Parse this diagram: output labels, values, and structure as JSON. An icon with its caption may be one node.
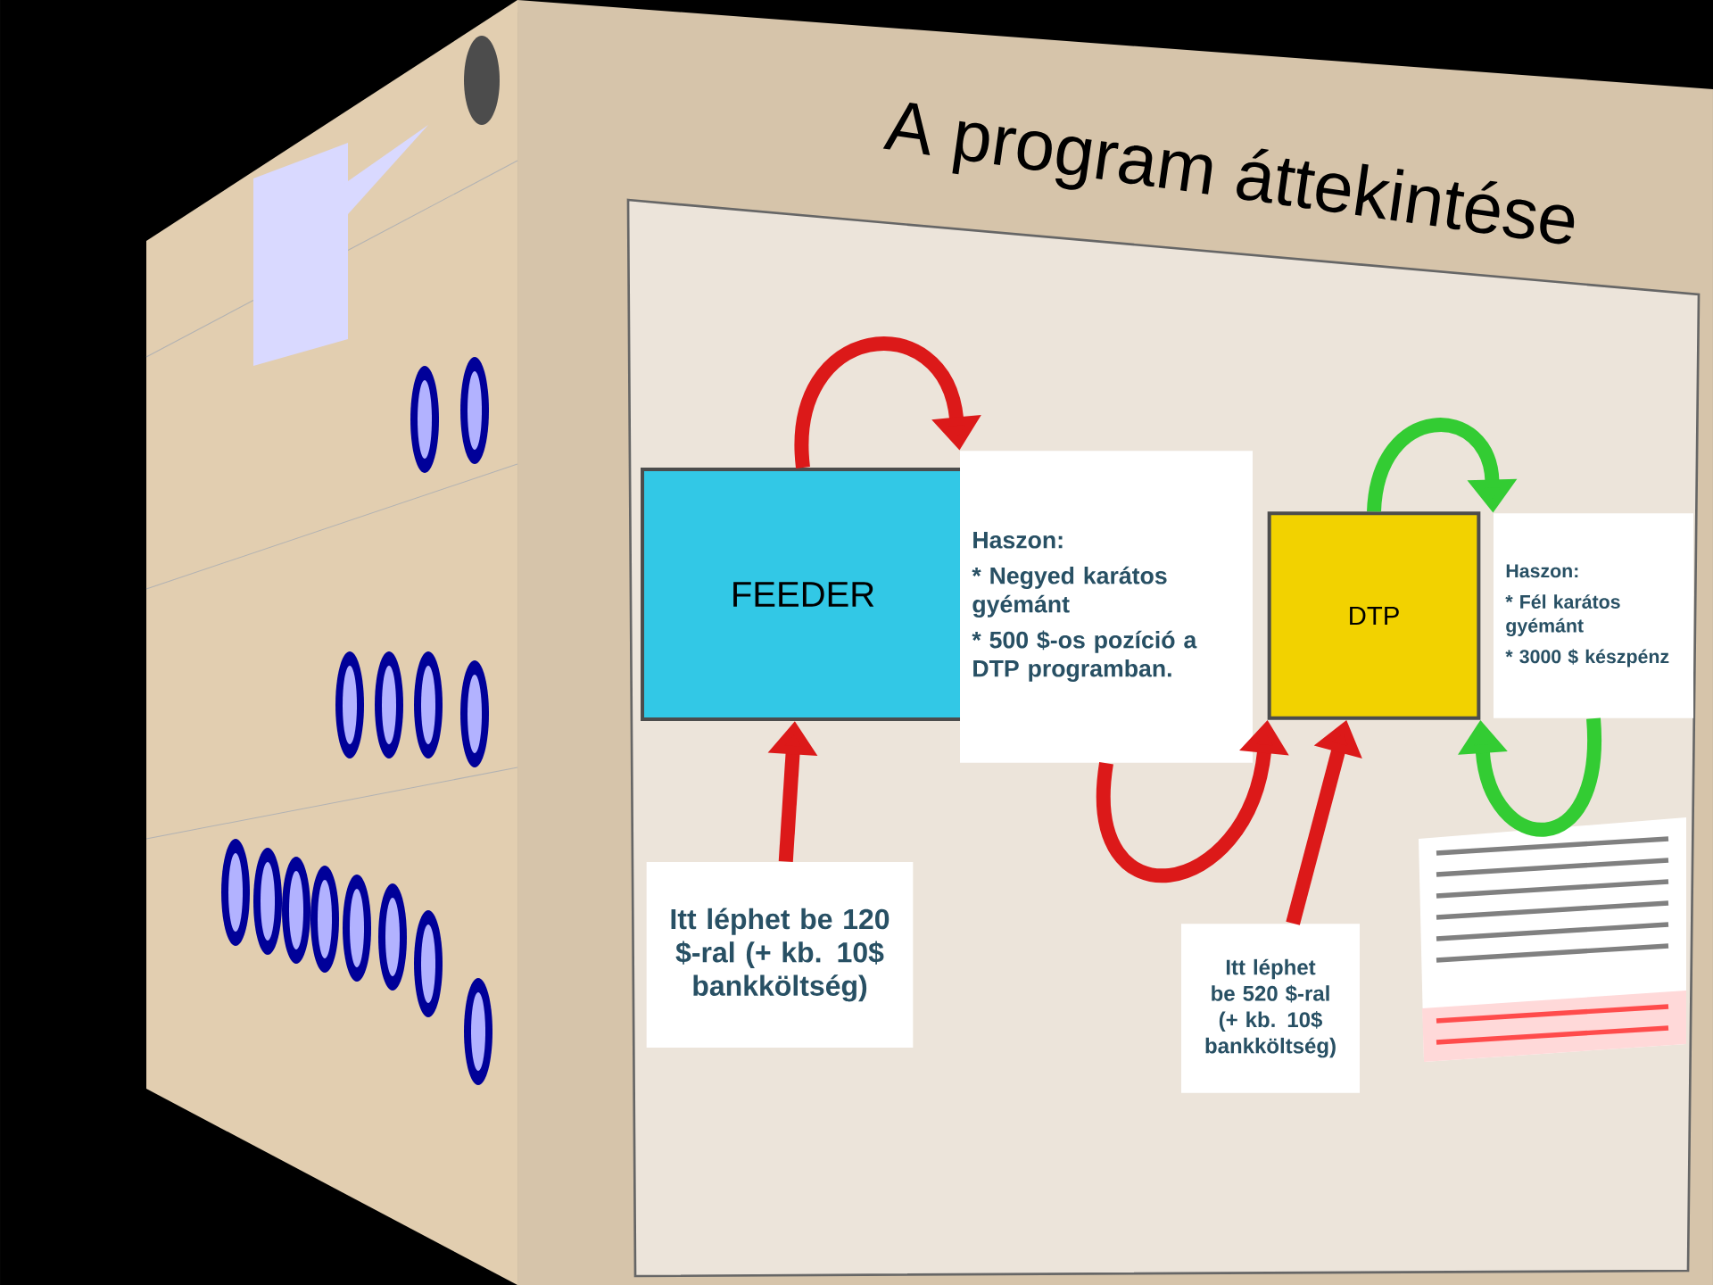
{
  "diagram": {
    "title": "A program áttekintése",
    "nodes": [
      {
        "text": [
          "FEEDER"
        ]
      },
      {
        "text": [
          "Haszon:",
          "* Negyed karátos gyémánt",
          "* 500 $-os pozíció a DTP programban."
        ]
      },
      {
        "text": [
          "DTP"
        ]
      },
      {
        "text": [
          "Haszon:",
          "* Fél karátos gyémánt",
          "* 3000 $ készpénz"
        ]
      },
      {
        "text": [
          "Itt léphet be 120 $-ral (+ kb. 10$ bankköltség)"
        ]
      },
      {
        "text": [
          "Itt léphet be 520 $-ral (+ kb. 10$ bankköltség)"
        ]
      }
    ],
    "edges": [
      {
        "from": 0,
        "to": 1,
        "arrow": "to"
      },
      {
        "from": 1,
        "to": 2,
        "arrow": "to"
      },
      {
        "from": 2,
        "to": 3,
        "arrow": "to",
        "color": "#33cc33"
      },
      {
        "from": 3,
        "to": 2,
        "arrow": "to",
        "color": "#33cc33"
      },
      {
        "from": 4,
        "to": 0,
        "arrow": "to"
      },
      {
        "from": 5,
        "to": 2,
        "arrow": "to"
      }
    ]
  }
}
